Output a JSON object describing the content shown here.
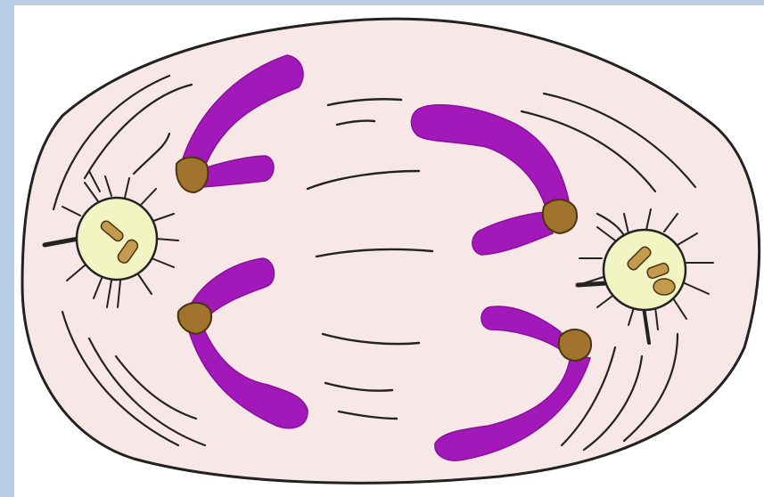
{
  "title": "",
  "colors": {
    "frame_accent": "#b9cde5",
    "cell_fill": "#f7e7e7",
    "outline": "#222222",
    "chromosome": "#a318b8",
    "chromosome_shade": "#8a109e",
    "centromere": "#a0742c",
    "centromere_dark": "#4a3410",
    "centrosome": "#f2f4c2",
    "centriole": "#c49a4e"
  },
  "diagram": {
    "subject": "cell-division-anaphase",
    "icons": [
      "cell-membrane",
      "spindle-fiber",
      "chromosome",
      "centromere",
      "centrosome",
      "centriole",
      "aster-ray"
    ]
  }
}
